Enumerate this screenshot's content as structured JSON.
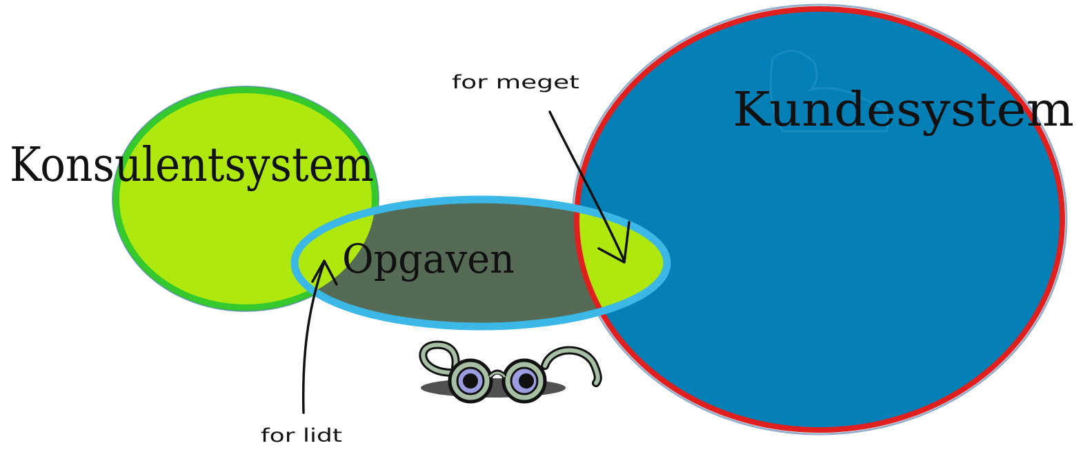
{
  "diagram": {
    "sets": {
      "consultant": {
        "label": "Konsulentsystem"
      },
      "customer": {
        "label": "Kundesystem"
      },
      "task": {
        "label": "Opgaven"
      }
    },
    "annotations": {
      "too_much": "for meget",
      "too_little": "for lidt"
    },
    "icons": [
      "glasses-icon"
    ],
    "colors": {
      "consultant_fill": "#aee80e",
      "consultant_border": "#35c92e",
      "customer_fill": "#0480b6",
      "customer_border": "#e01f1f",
      "task_fill": "#556b56",
      "task_border": "#3bb8e6",
      "task_overlap_fill": "#aee80e"
    }
  }
}
